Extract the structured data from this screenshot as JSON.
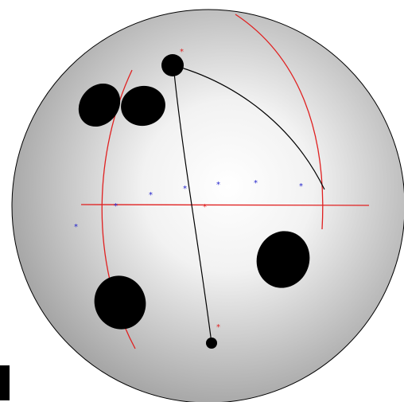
{
  "scene": {
    "background_color": "#ffffff",
    "sphere_highlight_color": "#ffffff",
    "sphere_shadow_color": "#9a9a9a",
    "outline_color": "#000000",
    "guide_color": "#e02020",
    "marker_color": "#2222cc",
    "spot_color": "#000000",
    "marker_glyph": "*",
    "spots": [
      "spot-upper-left-a",
      "spot-upper-left-b",
      "spot-right",
      "spot-lower-left"
    ],
    "markers": [
      "top",
      "bottom",
      "horizon"
    ]
  }
}
